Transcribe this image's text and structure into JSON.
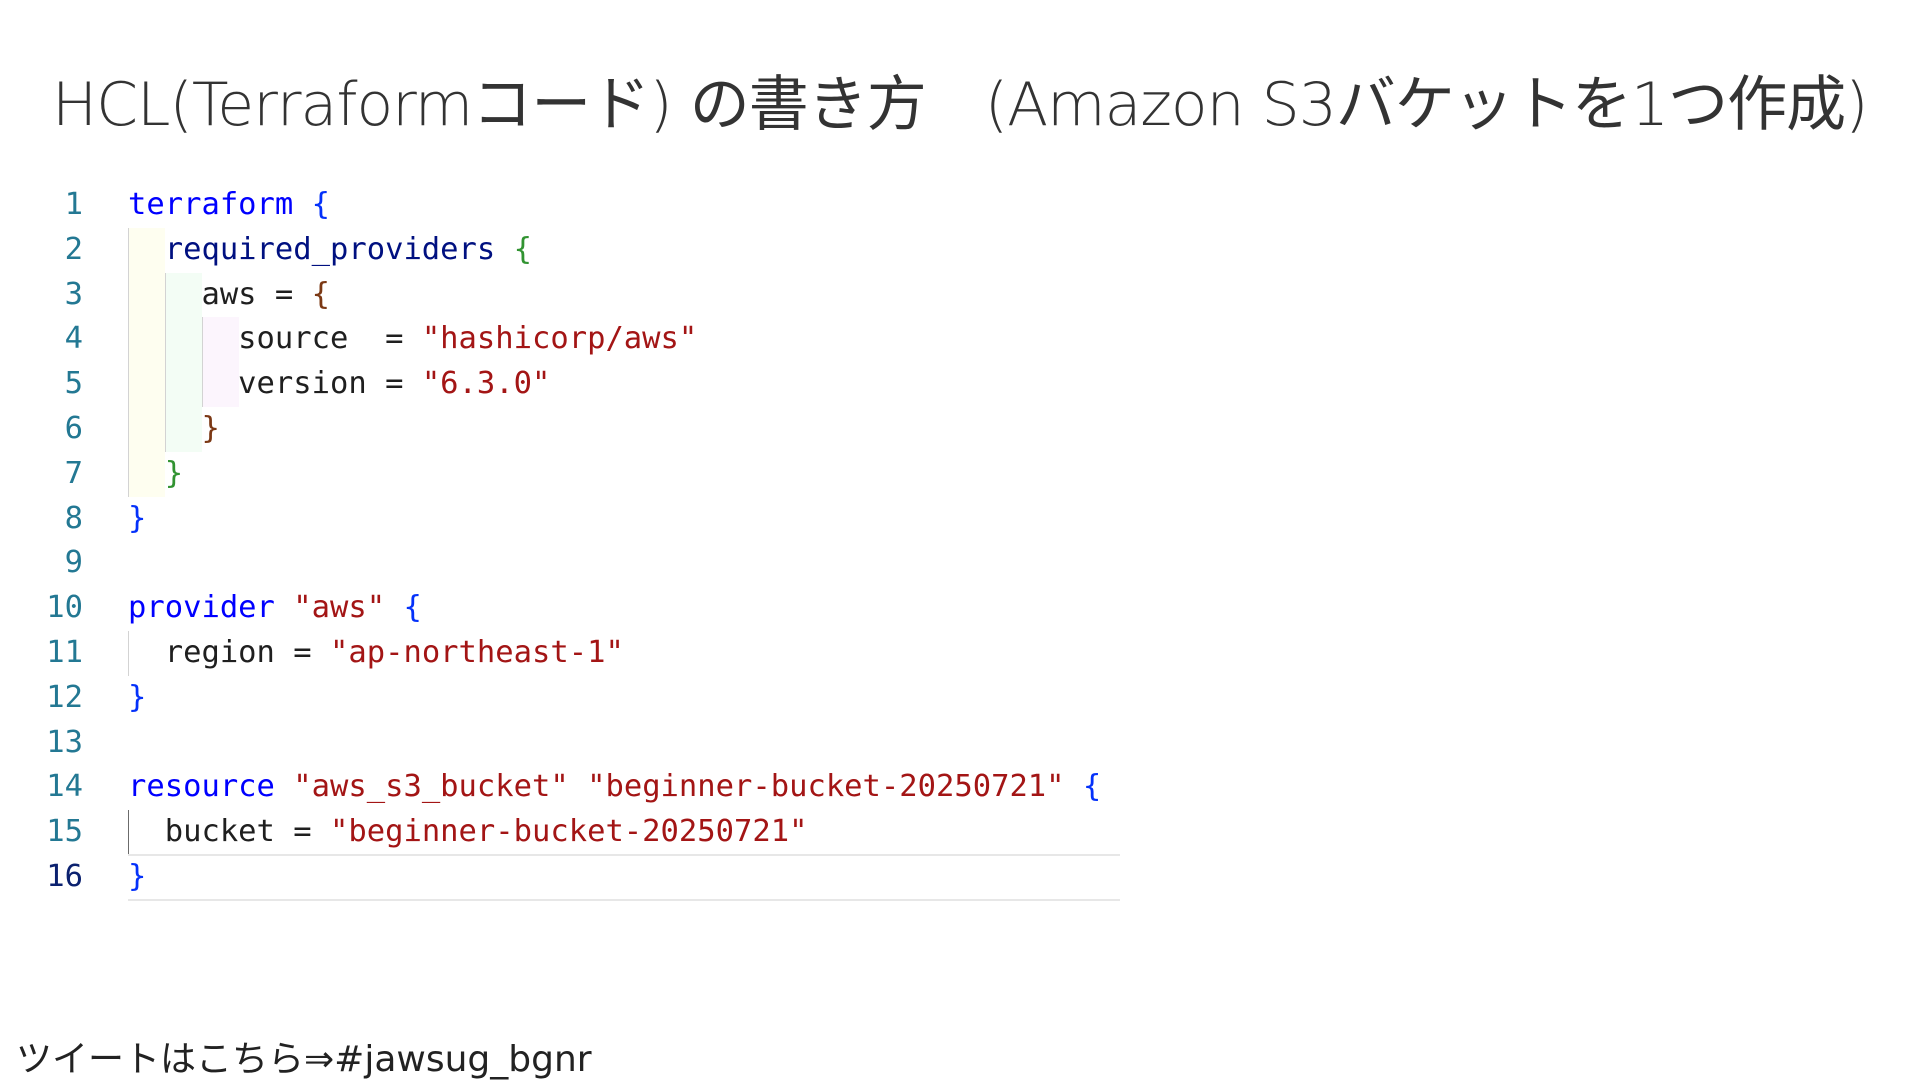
{
  "slide": {
    "title": "HCL(Terraformコード) の書き方　(Amazon S3バケットを1つ作成)",
    "footer": "ツイートはこちら⇒#jawsug_bgnr"
  },
  "editor": {
    "active_line": 16,
    "lines": [
      {
        "n": "1",
        "tokens": [
          [
            "terraform",
            "kw"
          ],
          [
            " ",
            "plain"
          ],
          [
            "{",
            "b0"
          ]
        ]
      },
      {
        "n": "2",
        "tokens": [
          [
            "  ",
            "plain"
          ],
          [
            "required_providers",
            "var"
          ],
          [
            " ",
            "plain"
          ],
          [
            "{",
            "b1"
          ]
        ]
      },
      {
        "n": "3",
        "tokens": [
          [
            "    aws = ",
            "plain"
          ],
          [
            "{",
            "b2"
          ]
        ]
      },
      {
        "n": "4",
        "tokens": [
          [
            "      source  = ",
            "plain"
          ],
          [
            "\"hashicorp/aws\"",
            "str"
          ]
        ]
      },
      {
        "n": "5",
        "tokens": [
          [
            "      version = ",
            "plain"
          ],
          [
            "\"6.3.0\"",
            "str"
          ]
        ]
      },
      {
        "n": "6",
        "tokens": [
          [
            "    ",
            "plain"
          ],
          [
            "}",
            "b2"
          ]
        ]
      },
      {
        "n": "7",
        "tokens": [
          [
            "  ",
            "plain"
          ],
          [
            "}",
            "b1"
          ]
        ]
      },
      {
        "n": "8",
        "tokens": [
          [
            "}",
            "b0"
          ]
        ]
      },
      {
        "n": "9",
        "tokens": []
      },
      {
        "n": "10",
        "tokens": [
          [
            "provider",
            "kw"
          ],
          [
            " ",
            "plain"
          ],
          [
            "\"aws\"",
            "str"
          ],
          [
            " ",
            "plain"
          ],
          [
            "{",
            "b0"
          ]
        ]
      },
      {
        "n": "11",
        "tokens": [
          [
            "  region = ",
            "plain"
          ],
          [
            "\"ap-northeast-1\"",
            "str"
          ]
        ]
      },
      {
        "n": "12",
        "tokens": [
          [
            "}",
            "b0"
          ]
        ]
      },
      {
        "n": "13",
        "tokens": []
      },
      {
        "n": "14",
        "tokens": [
          [
            "resource",
            "kw"
          ],
          [
            " ",
            "plain"
          ],
          [
            "\"aws_s3_bucket\"",
            "str"
          ],
          [
            " ",
            "plain"
          ],
          [
            "\"beginner-bucket-20250721\"",
            "str"
          ],
          [
            " ",
            "plain"
          ],
          [
            "{",
            "b0"
          ]
        ]
      },
      {
        "n": "15",
        "tokens": [
          [
            "  bucket = ",
            "plain"
          ],
          [
            "\"beginner-bucket-20250721\"",
            "str"
          ]
        ]
      },
      {
        "n": "16",
        "tokens": [
          [
            "}",
            "b0"
          ]
        ]
      }
    ]
  }
}
